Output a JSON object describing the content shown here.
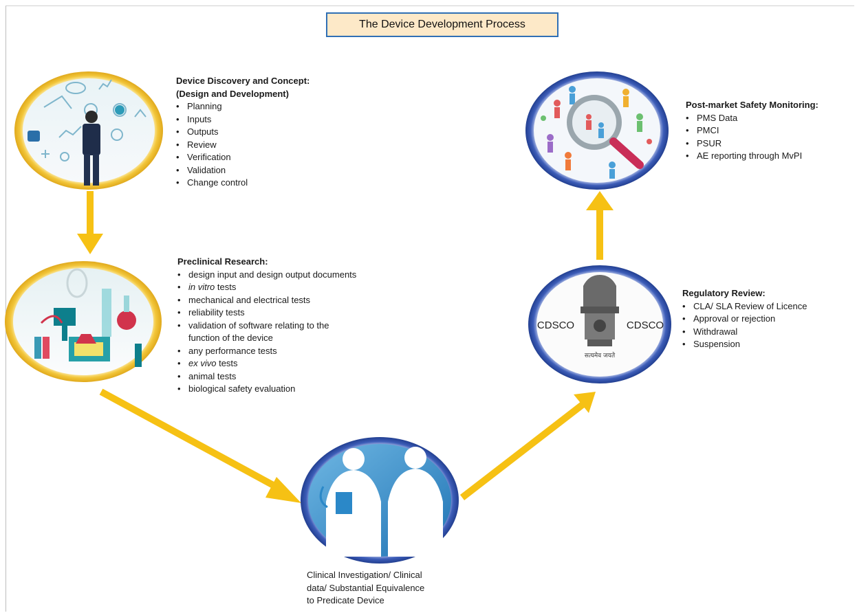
{
  "title": "The Device Development Process",
  "stages": {
    "discovery": {
      "heading_line1": "Device Discovery and Concept:",
      "heading_line2": "(Design and Development)",
      "items": [
        "Planning",
        "Inputs",
        "Outputs",
        "Review",
        "Verification",
        "Validation",
        "Change control"
      ]
    },
    "preclinical": {
      "heading": "Preclinical Research:",
      "items": [
        "design input and design output documents",
        "in vitro tests",
        "mechanical and electrical tests",
        "reliability tests",
        "validation of software relating to the",
        "function of the device",
        "any performance tests",
        "ex vivo tests",
        "animal tests",
        "biological safety evaluation"
      ]
    },
    "clinical": {
      "label_line1": "Clinical Investigation/ Clinical",
      "label_line2": "data/ Substantial Equivalence",
      "label_line3": "to Predicate Device"
    },
    "regulatory": {
      "heading": "Regulatory Review:",
      "items": [
        "CLA/ SLA Review of Licence",
        "Approval or rejection",
        "Withdrawal",
        "Suspension"
      ],
      "emblem_text_left": "CDSCO",
      "emblem_text_right": "CDSCO",
      "emblem_motto": "सत्यमेव जयते"
    },
    "postmarket": {
      "heading": "Post-market Safety Monitoring:",
      "items": [
        "PMS Data",
        "PMCI",
        "PSUR",
        "AE reporting through MvPI"
      ]
    }
  },
  "colors": {
    "arrow": "#f6c114",
    "ring_gold": "#f2c63a",
    "ring_blue": "#3d5db8",
    "title_fill": "#fde9c8",
    "title_border": "#2f6fb5"
  }
}
